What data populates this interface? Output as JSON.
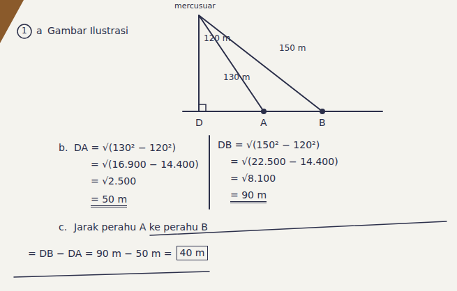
{
  "diagram": {
    "labels": [
      "1",
      "a",
      "Gambar Ilustrasi",
      "mercusuar",
      "120 m",
      "130 m",
      "150 m",
      "D",
      "A",
      "B",
      "b.",
      "DA = √(130² − 120²)",
      "= √(16.900 − 14.400)",
      "= √2.500",
      "= 50 m",
      "DB = √(150² − 120²)",
      "= √(22.500 − 14.400)",
      "= √8.100",
      "= 90 m",
      "c.",
      "Jarak perahu A ke perahu B",
      "= DB − DA = 90 m − 50 m =",
      "40 m"
    ]
  }
}
